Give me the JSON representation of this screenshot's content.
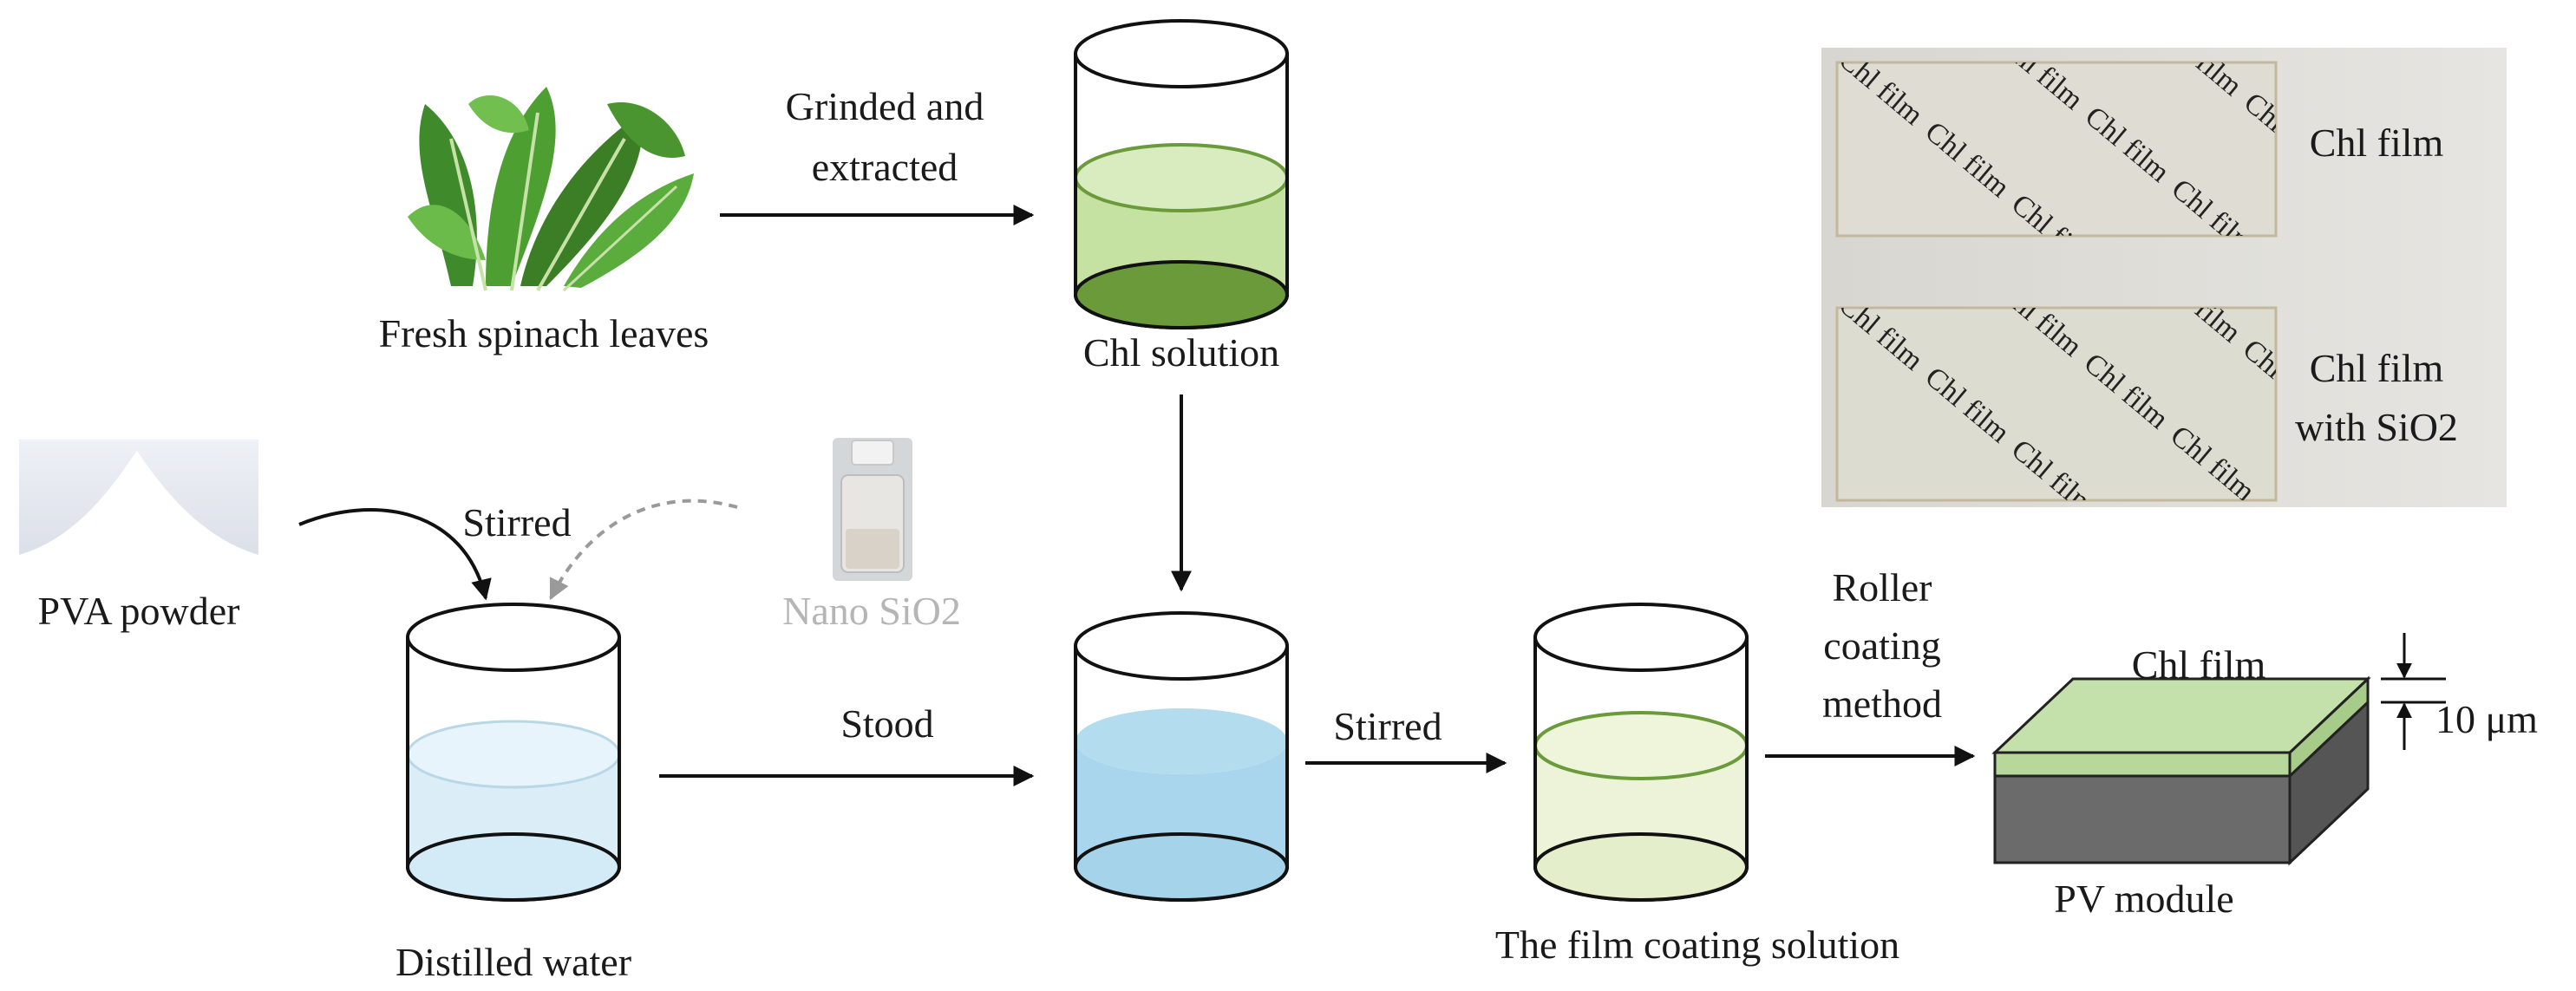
{
  "labels": {
    "spinach": "Fresh spinach leaves",
    "grinded_line1": "Grinded and",
    "grinded_line2": "extracted",
    "chl_solution": "Chl solution",
    "pva_powder": "PVA powder",
    "stirred_top": "Stirred",
    "nano_sio2": "Nano SiO2",
    "distilled_water": "Distilled water",
    "stood": "Stood",
    "stirred_bottom": "Stirred",
    "film_coating_solution": "The film coating solution",
    "roller_line1": "Roller",
    "roller_line2": "coating",
    "roller_line3": "method",
    "chl_film_top": "Chl film",
    "thickness": "10 μm",
    "pv_module": "PV module"
  },
  "photo": {
    "watermark": "Chl film",
    "label_top": "Chl film",
    "label_bottom_line1": "Chl film",
    "label_bottom_line2": "with SiO2"
  },
  "colors": {
    "chl_green": "#6a9a3a",
    "chl_light": "#c9e4a6",
    "water_blue": "#d6ecf7",
    "mixed_blue": "#a9d6ec",
    "coating_green": "#e6f0cf",
    "pv_grey": "#6b6b6b",
    "film_green": "#b7d89a"
  }
}
